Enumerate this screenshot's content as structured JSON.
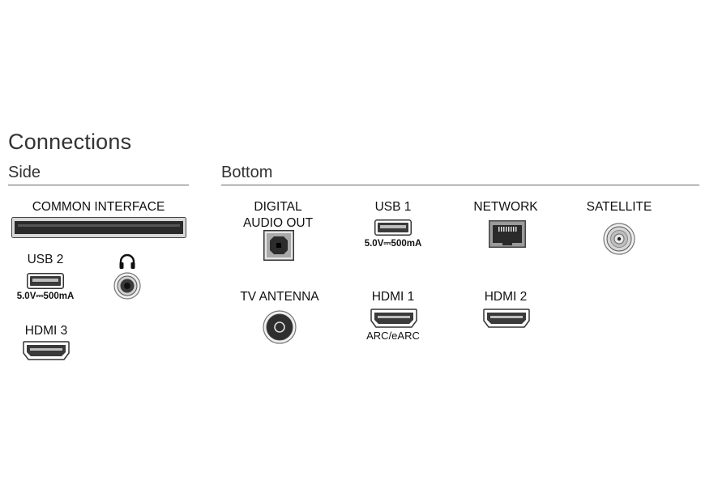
{
  "title": "Connections",
  "sections": {
    "side": "Side",
    "bottom": "Bottom"
  },
  "side": {
    "common_interface": {
      "label": "COMMON INTERFACE"
    },
    "usb2": {
      "label": "USB 2",
      "spec": "5.0V⎓500mA",
      "icon": "usb-port-icon"
    },
    "headphone": {
      "icon": "headphone-icon"
    },
    "hdmi3": {
      "label": "HDMI 3",
      "icon": "hdmi-port-icon"
    }
  },
  "bottom": {
    "digital_audio_out": {
      "label_line1": "DIGITAL",
      "label_line2": "AUDIO OUT",
      "icon": "optical-port-icon"
    },
    "usb1": {
      "label": "USB 1",
      "spec": "5.0V⎓500mA",
      "icon": "usb-port-icon"
    },
    "network": {
      "label": "NETWORK",
      "icon": "ethernet-port-icon"
    },
    "satellite": {
      "label": "SATELLITE",
      "icon": "satellite-port-icon"
    },
    "tv_antenna": {
      "label": "TV ANTENNA",
      "icon": "antenna-port-icon"
    },
    "hdmi1": {
      "label": "HDMI 1",
      "note": "ARC/eARC",
      "icon": "hdmi-port-icon"
    },
    "hdmi2": {
      "label": "HDMI 2",
      "icon": "hdmi-port-icon"
    }
  }
}
